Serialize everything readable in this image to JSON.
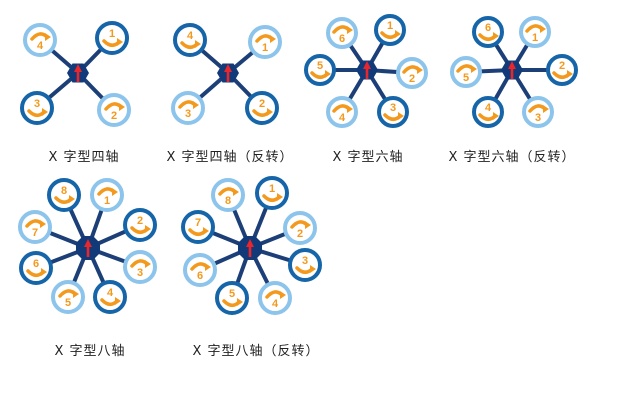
{
  "colors": {
    "dark": "#1565a8",
    "light": "#8cc4ec",
    "arm": "#1c3f78",
    "hub": "#123a78",
    "arrow": "#f39a1e",
    "heading": "#e8262b"
  },
  "diagrams": [
    {
      "label": "X 字型四轴",
      "motors": [
        {
          "num": "4",
          "spin": "light"
        },
        {
          "num": "1",
          "spin": "dark"
        },
        {
          "num": "3",
          "spin": "dark"
        },
        {
          "num": "2",
          "spin": "light"
        }
      ]
    },
    {
      "label": "X 字型四轴（反转）",
      "motors": [
        {
          "num": "4",
          "spin": "dark"
        },
        {
          "num": "1",
          "spin": "light"
        },
        {
          "num": "3",
          "spin": "light"
        },
        {
          "num": "2",
          "spin": "dark"
        }
      ]
    },
    {
      "label": "X 字型六轴",
      "motors": [
        {
          "num": "6",
          "spin": "light"
        },
        {
          "num": "1",
          "spin": "dark"
        },
        {
          "num": "2",
          "spin": "light"
        },
        {
          "num": "3",
          "spin": "dark"
        },
        {
          "num": "4",
          "spin": "light"
        },
        {
          "num": "5",
          "spin": "dark"
        }
      ]
    },
    {
      "label": "X 字型六轴（反转）",
      "motors": [
        {
          "num": "6",
          "spin": "dark"
        },
        {
          "num": "1",
          "spin": "light"
        },
        {
          "num": "2",
          "spin": "dark"
        },
        {
          "num": "3",
          "spin": "light"
        },
        {
          "num": "4",
          "spin": "dark"
        },
        {
          "num": "5",
          "spin": "light"
        }
      ]
    },
    {
      "label": "X 字型八轴",
      "motors": [
        {
          "num": "8",
          "spin": "dark"
        },
        {
          "num": "1",
          "spin": "light"
        },
        {
          "num": "2",
          "spin": "dark"
        },
        {
          "num": "3",
          "spin": "light"
        },
        {
          "num": "4",
          "spin": "dark"
        },
        {
          "num": "5",
          "spin": "light"
        },
        {
          "num": "6",
          "spin": "dark"
        },
        {
          "num": "7",
          "spin": "light"
        }
      ]
    },
    {
      "label": "X 字型八轴（反转）",
      "motors": [
        {
          "num": "8",
          "spin": "light"
        },
        {
          "num": "1",
          "spin": "dark"
        },
        {
          "num": "2",
          "spin": "light"
        },
        {
          "num": "3",
          "spin": "dark"
        },
        {
          "num": "4",
          "spin": "light"
        },
        {
          "num": "5",
          "spin": "dark"
        },
        {
          "num": "6",
          "spin": "light"
        },
        {
          "num": "7",
          "spin": "dark"
        }
      ]
    }
  ]
}
